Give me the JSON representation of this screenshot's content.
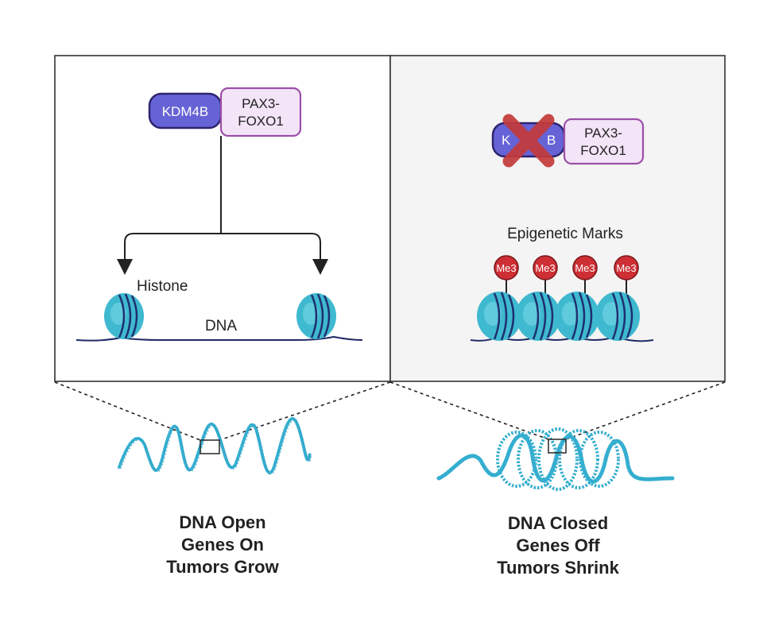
{
  "left_panel": {
    "protein_a": "KDM4B",
    "protein_b_line1": "PAX3-",
    "protein_b_line2": "FOXO1",
    "histone_label": "Histone",
    "dna_label": "DNA"
  },
  "right_panel": {
    "protein_a_visible_1": "K",
    "protein_a_visible_2": "B",
    "protein_b_line1": "PAX3-",
    "protein_b_line2": "FOXO1",
    "marks_label": "Epigenetic Marks",
    "mark_labels": [
      "Me3",
      "Me3",
      "Me3",
      "Me3"
    ]
  },
  "captions": {
    "left": [
      "DNA Open",
      "Genes On",
      "Tumors Grow"
    ],
    "right": [
      "DNA Closed",
      "Genes Off",
      "Tumors Shrink"
    ]
  },
  "colors": {
    "kdm4b_fill": "#6663d6",
    "kdm4b_stroke": "#2d2470",
    "pax_fill": "#f3e4f7",
    "pax_stroke": "#9b4fa8",
    "histone": "#3fb9cf",
    "histone_band": "#1e2f70",
    "dna_line": "#1f2a66",
    "mark_fill": "#cd2f34",
    "cross": "#c43a3a",
    "chromatin": "#35aed0",
    "panel_border": "#333333",
    "right_panel_bg": "#f4f4f4"
  }
}
